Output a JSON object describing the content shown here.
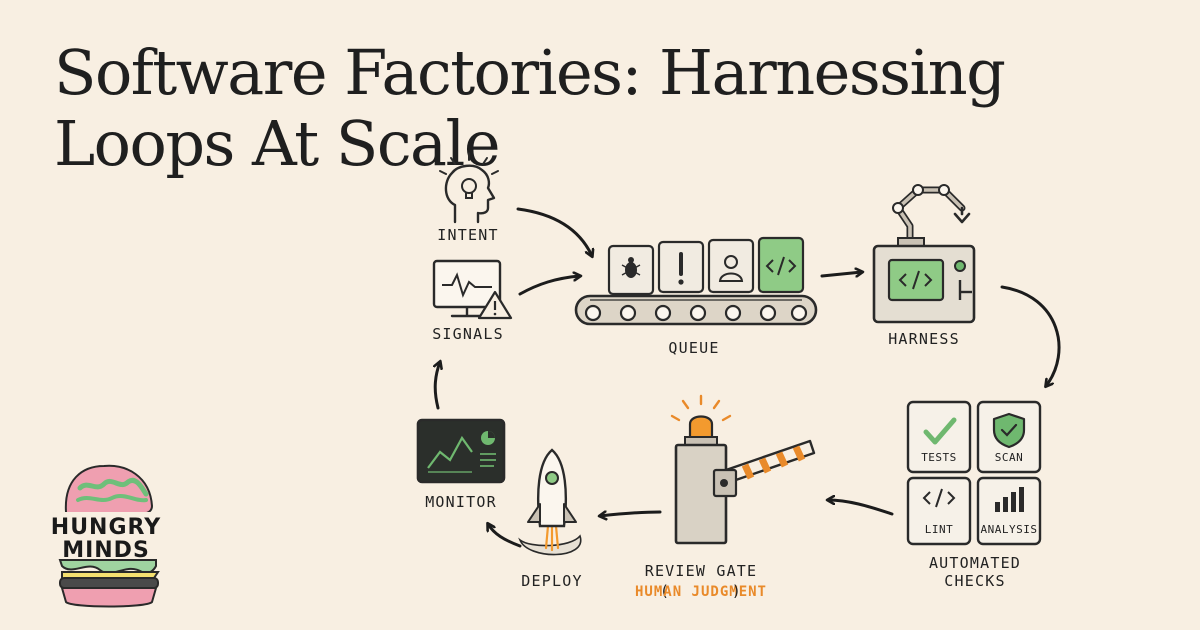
{
  "title": "Software Factories: Harnessing Loops At Scale",
  "labels": {
    "intent": "INTENT",
    "signals": "SIGNALS",
    "queue": "QUEUE",
    "harness": "HARNESS",
    "tests": "TESTS",
    "scan": "SCAN",
    "lint": "LINT",
    "analysis": "ANALYSIS",
    "automated_checks_line1": "AUTOMATED",
    "automated_checks_line2": "CHECKS",
    "review_gate": "REVIEW GATE",
    "human_judgment": "HUMAN JUDGMENT",
    "deploy": "DEPLOY",
    "monitor": "MONITOR"
  },
  "logo": {
    "line1": "HUNGRY",
    "line2": "MINDS"
  },
  "colors": {
    "background": "#f8efe2",
    "accent_green": "#6fb86f",
    "accent_orange": "#e98a2a",
    "ink": "#2a2a2a"
  },
  "icons": [
    "lightbulb-head-icon",
    "bug-icon",
    "exclamation-icon",
    "user-icon",
    "code-icon",
    "checkmark-icon",
    "shield-check-icon",
    "bar-chart-icon",
    "warning-icon",
    "rocket-icon",
    "robot-arm-icon",
    "beacon-icon"
  ]
}
